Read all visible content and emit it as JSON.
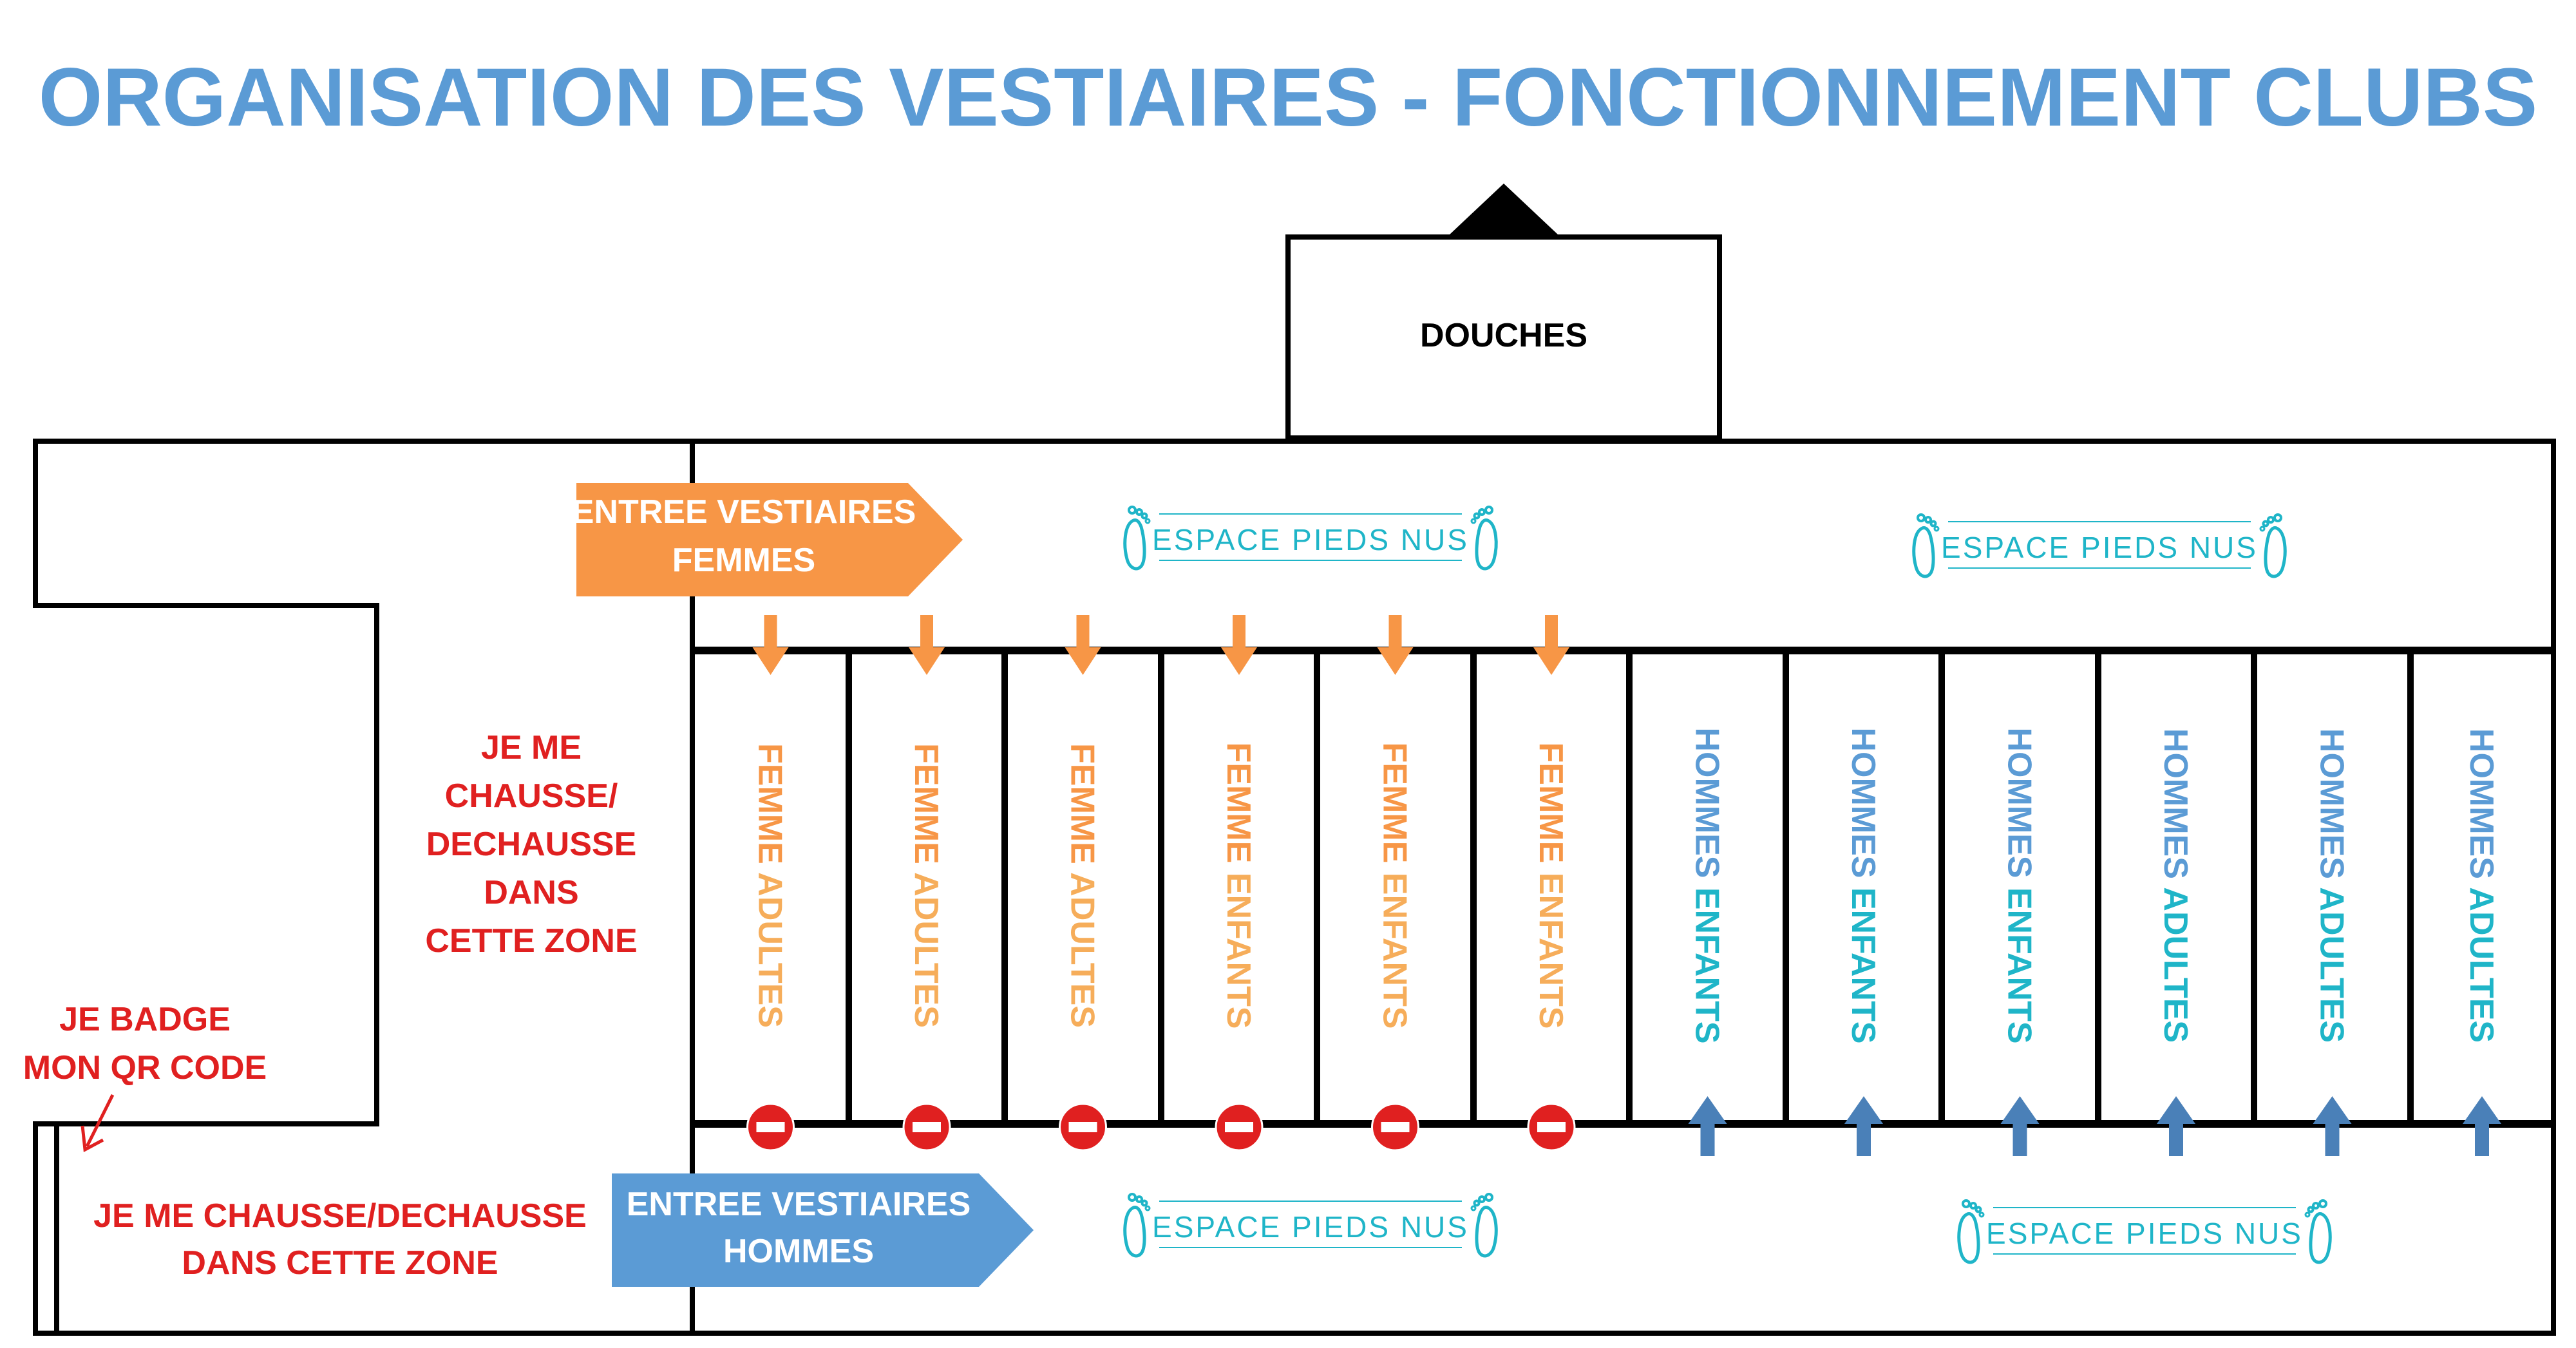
{
  "title": "ORGANISATION DES VESTIAIRES - FONCTIONNEMENT CLUBS",
  "douches": "DOUCHES",
  "entree_femmes": [
    "ENTREE VESTIAIRES",
    "FEMMES"
  ],
  "entree_hommes": [
    "ENTREE VESTIAIRES",
    "HOMMES"
  ],
  "chausse_upper": [
    "JE ME",
    "CHAUSSE/",
    "DECHAUSSE",
    "DANS",
    "CETTE ZONE"
  ],
  "badge": [
    "JE BADGE",
    "MON QR CODE"
  ],
  "chausse_lower": [
    "JE ME CHAUSSE/DECHAUSSE",
    "DANS CETTE ZONE"
  ],
  "espace_label": "ESPACE PIEDS NUS",
  "cabins": [
    {
      "group": "FEMME",
      "type": "ADULTES"
    },
    {
      "group": "FEMME",
      "type": "ADULTES"
    },
    {
      "group": "FEMME",
      "type": "ADULTES"
    },
    {
      "group": "FEMME",
      "type": "ENFANTS"
    },
    {
      "group": "FEMME",
      "type": "ENFANTS"
    },
    {
      "group": "FEMME",
      "type": "ENFANTS"
    },
    {
      "group": "HOMMES",
      "type": "ENFANTS"
    },
    {
      "group": "HOMMES",
      "type": "ENFANTS"
    },
    {
      "group": "HOMMES",
      "type": "ENFANTS"
    },
    {
      "group": "HOMMES",
      "type": "ADULTES"
    },
    {
      "group": "HOMMES",
      "type": "ADULTES"
    },
    {
      "group": "HOMMES",
      "type": "ADULTES"
    }
  ],
  "colors": {
    "title": "#5b9bd5",
    "orange": "#f79646",
    "orange_light": "#f6ad5a",
    "blue": "#5b9bd5",
    "blue_dark": "#4a80b8",
    "teal": "#1fb5c8",
    "red": "#e02020",
    "line": "#000000"
  }
}
